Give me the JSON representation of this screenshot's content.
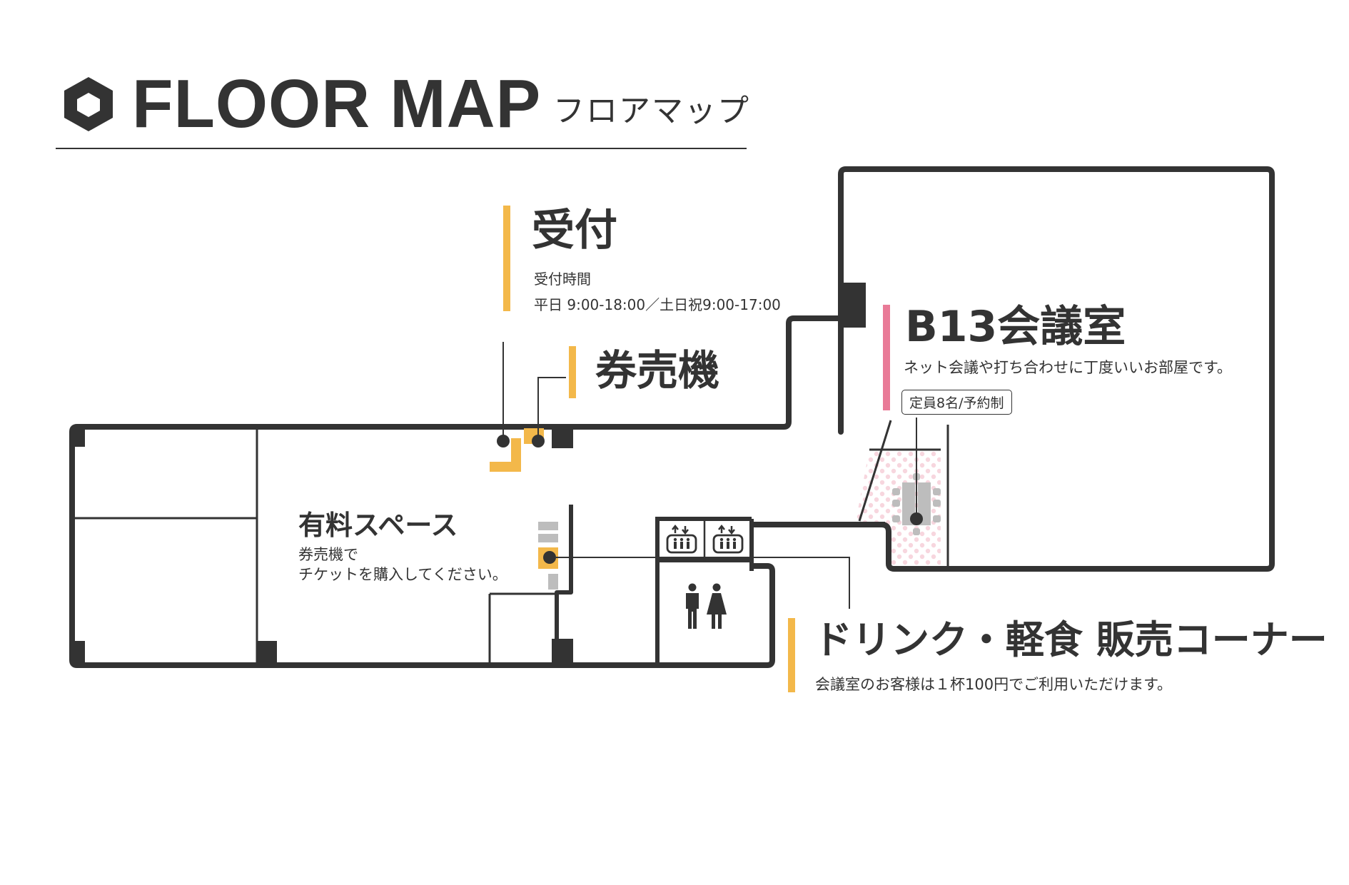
{
  "header": {
    "icon": "hexagon-icon",
    "title_en": "FLOOR MAP",
    "title_ja": "フロアマップ"
  },
  "colors": {
    "wall": "#333333",
    "accent_yellow": "#f3b84a",
    "accent_pink": "#e97a97",
    "fixture_gray": "#bdbdbd",
    "pattern_pink": "#f7d6de"
  },
  "reception": {
    "title": "受付",
    "hours_label": "受付時間",
    "hours": "平日 9:00-18:00／土日祝9:00-17:00"
  },
  "ticket_machine": {
    "title": "券売機"
  },
  "meeting_room": {
    "title": "B13会議室",
    "description": "ネット会議や打ち合わせに丁度いいお部屋です。",
    "badge": "定員8名/予約制"
  },
  "paid_space": {
    "title": "有料スペース",
    "line1": "券売機で",
    "line2": "チケットを購入してください。"
  },
  "drink_corner": {
    "title": "ドリンク・軽食 販売コーナー",
    "description": "会議室のお客様は１杯100円でご利用いただけます。"
  },
  "facilities": {
    "elevators": [
      "elevator-icon",
      "elevator-icon"
    ],
    "restroom": "restroom-icon"
  }
}
